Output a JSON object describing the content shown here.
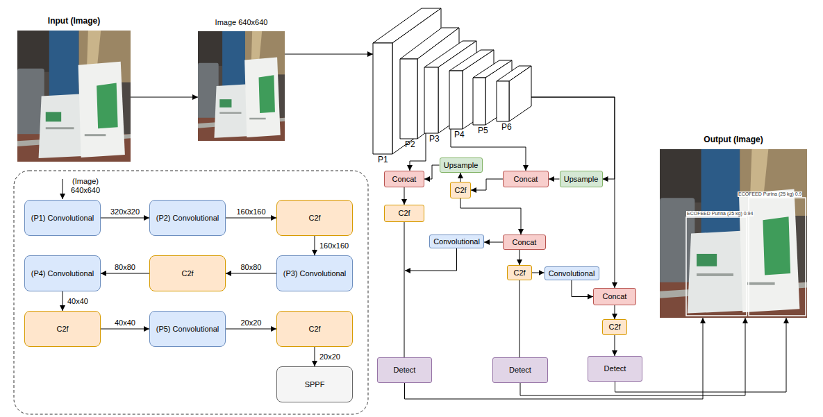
{
  "diagram": {
    "nodes": [
      {
        "text": [
          "Input (Image)"
        ]
      },
      {
        "text": [
          "Image 640x640"
        ]
      },
      {
        "text": [
          "P1"
        ]
      },
      {
        "text": [
          "P2"
        ]
      },
      {
        "text": [
          "P3"
        ]
      },
      {
        "text": [
          "P4"
        ]
      },
      {
        "text": [
          "P5"
        ]
      },
      {
        "text": [
          "P6"
        ]
      },
      {
        "text": [
          "Concat"
        ]
      },
      {
        "text": [
          "Upsample"
        ]
      },
      {
        "text": [
          "C2f"
        ]
      },
      {
        "text": [
          "Concat"
        ]
      },
      {
        "text": [
          "Upsample"
        ]
      },
      {
        "text": [
          "C2f"
        ]
      },
      {
        "text": [
          "Convolutional"
        ]
      },
      {
        "text": [
          "Concat"
        ]
      },
      {
        "text": [
          "C2f"
        ]
      },
      {
        "text": [
          "Convolutional"
        ]
      },
      {
        "text": [
          "Concat"
        ]
      },
      {
        "text": [
          "C2f"
        ]
      },
      {
        "text": [
          "Detect"
        ]
      },
      {
        "text": [
          "Detect"
        ]
      },
      {
        "text": [
          "Detect"
        ]
      },
      {
        "text": [
          "Output (Image)"
        ]
      },
      {
        "text": [
          "(P1) Convolutional"
        ]
      },
      {
        "text": [
          "(P2) Convolutional"
        ]
      },
      {
        "text": [
          "C2f"
        ]
      },
      {
        "text": [
          "(P3) Convolutional"
        ]
      },
      {
        "text": [
          "C2f"
        ]
      },
      {
        "text": [
          "(P4) Convolutional"
        ]
      },
      {
        "text": [
          "C2f"
        ]
      },
      {
        "text": [
          "(P5) Convolutional"
        ]
      },
      {
        "text": [
          "C2f"
        ]
      },
      {
        "text": [
          "SPPF"
        ]
      }
    ],
    "edges": [
      {
        "from": 0,
        "to": 1,
        "arrow": "to"
      },
      {
        "from": 1,
        "to": 2,
        "arrow": "to"
      },
      {
        "from": 4,
        "to": 8,
        "arrow": "to"
      },
      {
        "from": 5,
        "to": 11,
        "arrow": "to"
      },
      {
        "from": 7,
        "to": 12,
        "arrow": "to"
      },
      {
        "from": 7,
        "to": 18,
        "arrow": "to"
      },
      {
        "from": 12,
        "to": 11,
        "arrow": "to"
      },
      {
        "from": 11,
        "to": 10,
        "arrow": "to"
      },
      {
        "from": 10,
        "to": 9,
        "arrow": "to"
      },
      {
        "from": 9,
        "to": 8,
        "arrow": "to"
      },
      {
        "from": 8,
        "to": 13,
        "arrow": "to"
      },
      {
        "from": 10,
        "to": 15,
        "arrow": "to"
      },
      {
        "from": 15,
        "to": 14,
        "arrow": "to"
      },
      {
        "from": 14,
        "to": 13,
        "arrow": "to"
      },
      {
        "from": 15,
        "to": 16,
        "arrow": "to"
      },
      {
        "from": 16,
        "to": 17,
        "arrow": "to"
      },
      {
        "from": 17,
        "to": 18,
        "arrow": "to"
      },
      {
        "from": 18,
        "to": 19,
        "arrow": "to"
      },
      {
        "from": 19,
        "to": 22,
        "arrow": "to"
      },
      {
        "from": 13,
        "to": 20,
        "arrow": "none"
      },
      {
        "from": 16,
        "to": 21,
        "arrow": "none"
      },
      {
        "from": 20,
        "to": 23,
        "arrow": "to"
      },
      {
        "from": 21,
        "to": 23,
        "arrow": "to"
      },
      {
        "from": 22,
        "to": 23,
        "arrow": "to"
      },
      {
        "from": 24,
        "to": 25,
        "label": "320x320",
        "arrow": "to"
      },
      {
        "from": 25,
        "to": 26,
        "label": "160x160",
        "arrow": "to"
      },
      {
        "from": 26,
        "to": 27,
        "label": "160x160",
        "arrow": "to"
      },
      {
        "from": 27,
        "to": 28,
        "label": "80x80",
        "arrow": "to"
      },
      {
        "from": 28,
        "to": 29,
        "label": "80x80",
        "arrow": "to"
      },
      {
        "from": 29,
        "to": 30,
        "label": "40x40",
        "arrow": "to"
      },
      {
        "from": 30,
        "to": 31,
        "label": "40x40",
        "arrow": "to"
      },
      {
        "from": 31,
        "to": 32,
        "label": "20x20",
        "arrow": "to"
      },
      {
        "from": 32,
        "to": 33,
        "label": "20x20",
        "arrow": "to"
      }
    ],
    "labels": [
      "(Image) 640x640",
      "ECOFEED Purina (25 kg) 0.94",
      "ECOFEED Purina (25 kg) 0.9"
    ]
  }
}
